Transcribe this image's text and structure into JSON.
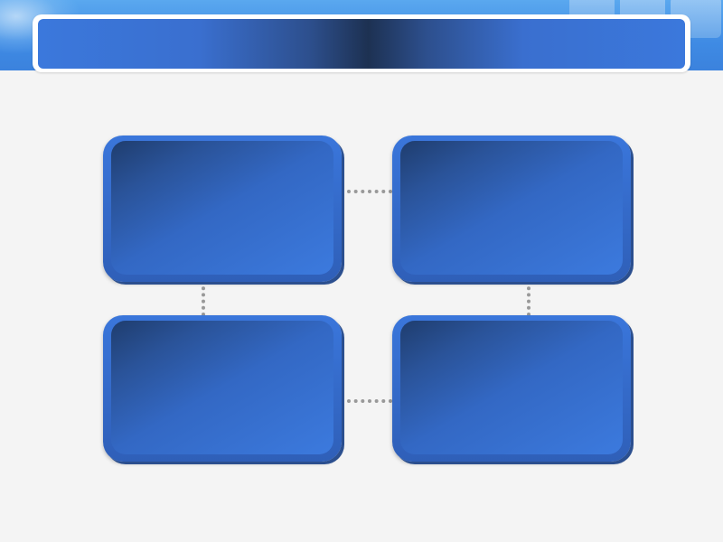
{
  "colors": {
    "background": "#f4f4f4",
    "banner": "#4a97e8",
    "title_bar_center": "#1d3152",
    "title_bar_edge": "#3b78dc",
    "box_fill": "#3a76db",
    "connector": "#999999"
  },
  "title_bar": {
    "text": ""
  },
  "boxes": [
    {
      "id": "top-left",
      "text": ""
    },
    {
      "id": "top-right",
      "text": ""
    },
    {
      "id": "bottom-left",
      "text": ""
    },
    {
      "id": "bottom-right",
      "text": ""
    }
  ]
}
